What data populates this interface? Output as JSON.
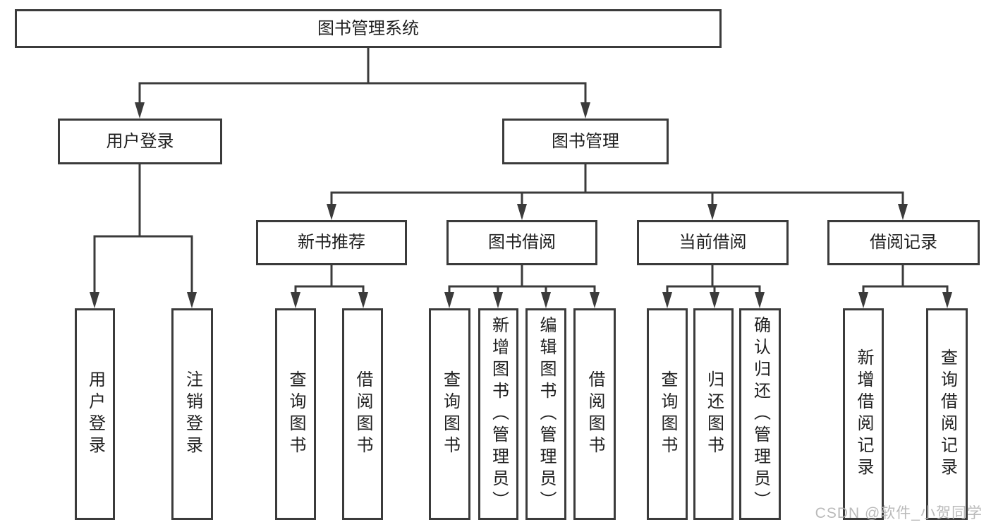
{
  "diagram": {
    "root": {
      "label": "图书管理系统",
      "children": [
        {
          "label": "用户登录",
          "children": [
            {
              "label": "用户登录"
            },
            {
              "label": "注销登录"
            }
          ]
        },
        {
          "label": "图书管理",
          "children": [
            {
              "label": "新书推荐",
              "children": [
                {
                  "label": "查询图书"
                },
                {
                  "label": "借阅图书"
                }
              ]
            },
            {
              "label": "图书借阅",
              "children": [
                {
                  "label": "查询图书"
                },
                {
                  "label": "新增图书（管理员）"
                },
                {
                  "label": "编辑图书（管理员）"
                },
                {
                  "label": "借阅图书"
                }
              ]
            },
            {
              "label": "当前借阅",
              "children": [
                {
                  "label": "查询图书"
                },
                {
                  "label": "归还图书"
                },
                {
                  "label": "确认归还（管理员）"
                }
              ]
            },
            {
              "label": "借阅记录",
              "children": [
                {
                  "label": "新增借阅记录"
                },
                {
                  "label": "查询借阅记录"
                }
              ]
            }
          ]
        }
      ]
    },
    "watermark": "CSDN @软件_小贺同学",
    "colors": {
      "line": "#3b3b3b",
      "background": "#ffffff",
      "box_fill": "#ffffff",
      "text": "#1f1f1f",
      "watermark": "#b3b3b3"
    }
  }
}
